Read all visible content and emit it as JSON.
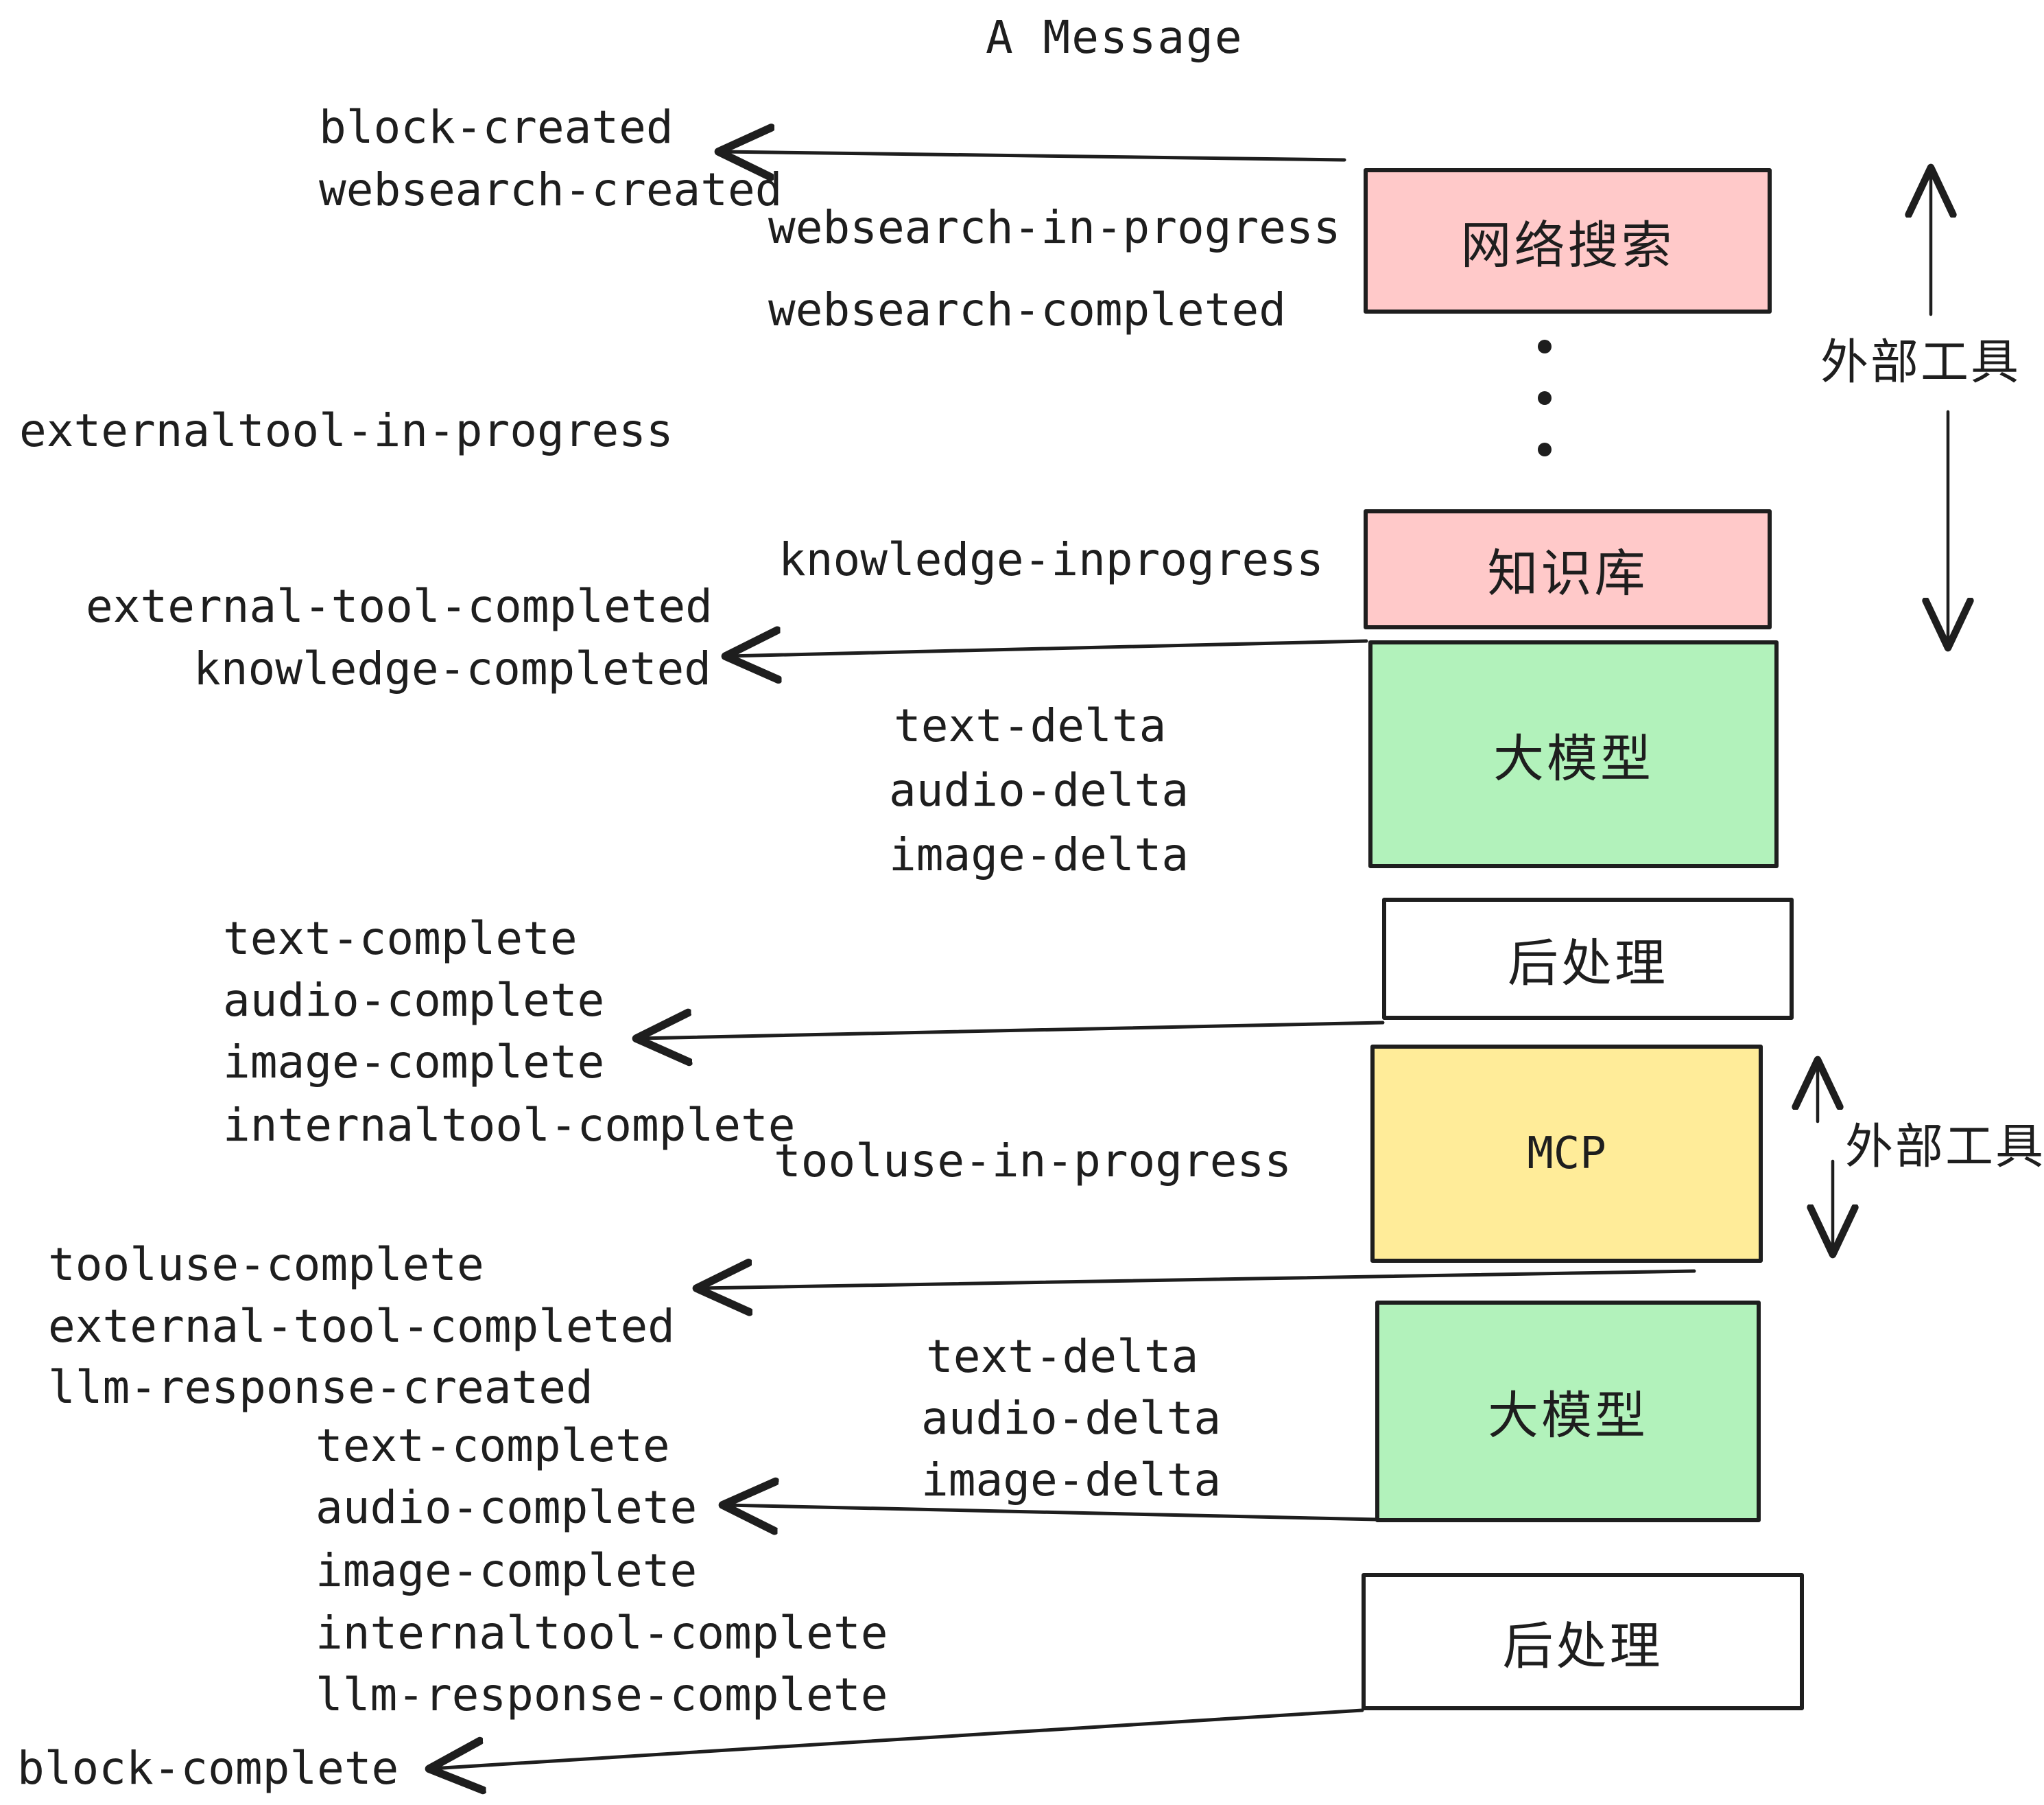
{
  "title": "A Message",
  "colors": {
    "pink": "#ffc9c9",
    "green": "#b2f2bb",
    "yellow": "#ffec99",
    "white": "#ffffff",
    "stroke": "#1e1e1e"
  },
  "boxes": [
    {
      "label": "网络搜索",
      "fill": "pink"
    },
    {
      "label": "知识库",
      "fill": "pink"
    },
    {
      "label": "大模型",
      "fill": "green"
    },
    {
      "label": "后处理",
      "fill": "white"
    },
    {
      "label": "MCP",
      "fill": "yellow"
    },
    {
      "label": "大模型",
      "fill": "green"
    },
    {
      "label": "后处理",
      "fill": "white"
    }
  ],
  "side_labels": {
    "top": "外部工具",
    "bottom": "外部工具"
  },
  "events": [
    "block-created",
    "websearch-created",
    "websearch-in-progress",
    "websearch-completed",
    "externaltool-in-progress",
    "knowledge-inprogress",
    "external-tool-completed",
    "knowledge-completed",
    "text-delta",
    "audio-delta",
    "image-delta",
    "text-complete",
    "audio-complete",
    "image-complete",
    "internaltool-complete",
    "tooluse-in-progress",
    "tooluse-complete",
    "external-tool-completed",
    "llm-response-created",
    "text-complete",
    "audio-complete",
    "image-complete",
    "internaltool-complete",
    "llm-response-complete",
    "block-complete"
  ]
}
